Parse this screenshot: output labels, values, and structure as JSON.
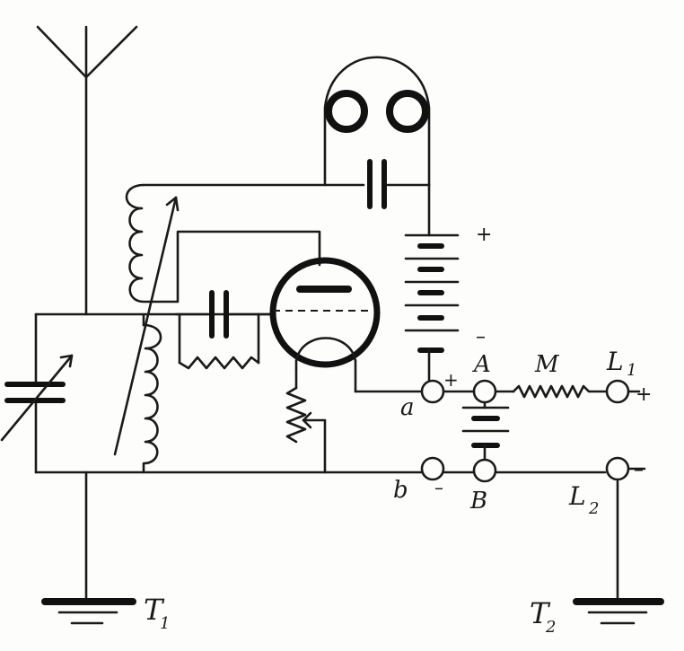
{
  "labels": {
    "a": "a",
    "b": "b",
    "A": "A",
    "B": "B",
    "M": "M",
    "L1": "L",
    "L1_sub": "1",
    "L2": "L",
    "L2_sub": "2",
    "T1": "T",
    "T1_sub": "1",
    "T2": "T",
    "T2_sub": "2"
  },
  "signs": {
    "batt_top_plus": "+",
    "batt_bottom_minus": "–",
    "a_plus": "+",
    "L1_plus": "+",
    "L2_minus": "–",
    "b_minus": "–"
  }
}
